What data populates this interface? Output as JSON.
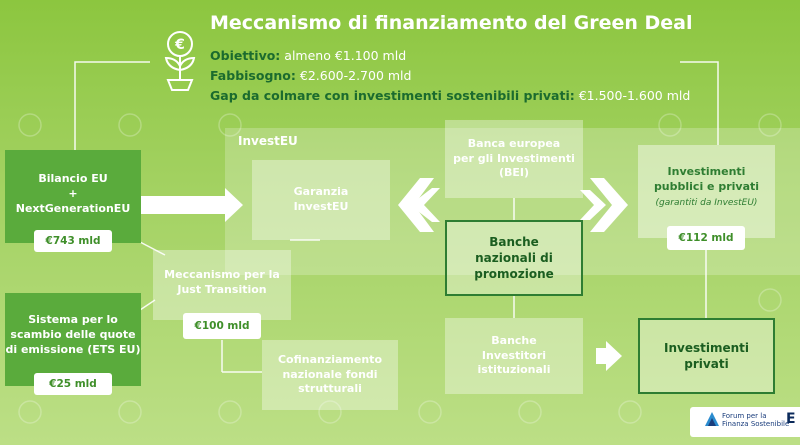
{
  "header": {
    "title": "Meccanismo di finanziamento del Green Deal",
    "objective_label": "Obiettivo:",
    "objective_value": " almeno €1.100 mld",
    "need_label": "Fabbisogno:",
    "need_value": " €2.600-2.700 mld",
    "gap_label": "Gap da colmare con investimenti sostenibili privati:",
    "gap_value": " €1.500-1.600 mld",
    "icon": "euro-plant-icon"
  },
  "sources": {
    "budget": {
      "label_1": "Bilancio EU",
      "label_2": "+",
      "label_3": "NextGenerationEU",
      "amount": "€743 mld"
    },
    "ets": {
      "label_1": "Sistema per lo",
      "label_2": "scambio delle quote",
      "label_3": "di emissione (ETS EU)",
      "amount": "€25 mld"
    }
  },
  "investeu": {
    "section_label": "InvestEU",
    "guarantee_1": "Garanzia",
    "guarantee_2": "InvestEU"
  },
  "jtm": {
    "label_1": "Meccanismo per la",
    "label_2": "Just Transition",
    "amount": "€100 mld"
  },
  "cofinancing": {
    "label_1": "Cofinanziamento",
    "label_2": "nazionale fondi",
    "label_3": "strutturali"
  },
  "bei": {
    "label_1": "Banca europea",
    "label_2": "per gli Investimenti",
    "label_3": "(BEI)"
  },
  "national_banks": {
    "label_1": "Banche",
    "label_2": "nazionali di",
    "label_3": "promozione"
  },
  "institutional": {
    "label_1": "Banche",
    "label_2": "Investitori",
    "label_3": "istituzionali"
  },
  "public_private": {
    "label_1": "Investimenti",
    "label_2": "pubblici e privati",
    "sub": "(garantiti da InvestEU)",
    "amount": "€112 mld"
  },
  "private": {
    "label_1": "Investimenti",
    "label_2": "privati"
  },
  "footer": {
    "org_1": "Forum per la",
    "org_2": "Finanza Sostenibile",
    "mark": "E"
  },
  "colors": {
    "background": "#8cc63f",
    "dark_green": "#2e7d32",
    "box_green": "#5aab3c",
    "white": "#ffffff"
  }
}
